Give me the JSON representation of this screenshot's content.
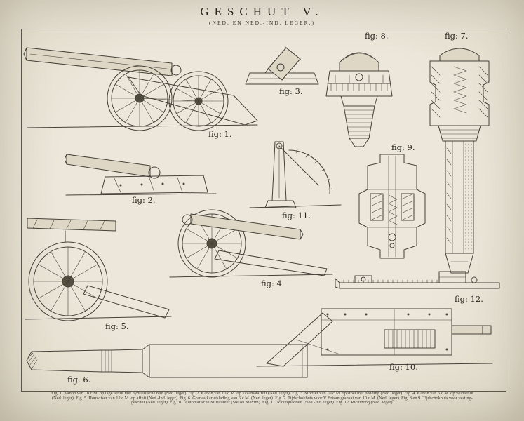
{
  "plate": {
    "title": "GESCHUT V.",
    "subtitle": "(NED. EN NED.-IND. LEGER.)"
  },
  "figures": [
    {
      "label": "fig: 1.",
      "subject": "Kanon van 10 c.M. op lage affuit met hydraulische rem"
    },
    {
      "label": "fig: 2.",
      "subject": "Kanon van 10 c.M. op kazamataffuit"
    },
    {
      "label": "fig: 3.",
      "subject": "Mortier van 10 c.M. op stoel met bedding"
    },
    {
      "label": "fig: 4.",
      "subject": "Kanon van 6 c.M. op veldaffuit"
    },
    {
      "label": "fig: 5.",
      "subject": "Houwitser van 12 c.M. op affuit"
    },
    {
      "label": "fig. 6.",
      "subject": "Granaatkartetslading van 6 c.M."
    },
    {
      "label": "fig: 7.",
      "subject": "Tijdschokbuis voor V Brisantgranaat van 10 c.M."
    },
    {
      "label": "fig: 8.",
      "subject": "Tijdschokbuis voor vestinggeschut"
    },
    {
      "label": "fig: 9.",
      "subject": "Tijdschokbuis voor vestinggeschut"
    },
    {
      "label": "fig: 10.",
      "subject": "Automatische Mitrailleur (Stelsel Maxim)"
    },
    {
      "label": "fig: 11.",
      "subject": "Richtquadrant"
    },
    {
      "label": "fig: 12.",
      "subject": "Richtboog"
    }
  ],
  "caption": {
    "line1": "Fig. 1. Kanon van 10 c.M. op lage affuit met hydraulische rem (Ned. leger).  Fig. 2. Kanon van 10 c.M. op kazamataffuit (Ned. leger).  Fig. 3. Mortier van 10 c.M. op stoel met bedding (Ned. leger).  Fig. 4. Kanon van 6 c.M. op veldaffuit",
    "line2": "(Ned. leger).  Fig. 5. Houwitser van 12 c.M. op affuit (Ned.-Ind. leger).  Fig. 6. Granaatkartetslading van 6 c.M. (Ned. leger).  Fig. 7. Tijdschokbuis voor V Brisantgranaat van 10 c.M. (Ned. leger).  Fig. 8 en 9. Tijdschokbuis voor vesting-",
    "line3": "geschut (Ned. leger).  Fig. 10. Automatische Mitrailleur (Stelsel Maxim).  Fig. 11. Richtquadrant (Ned.-Ind. leger).  Fig. 12. Richtboog (Ned. leger)."
  },
  "colors": {
    "paper": "#ece7da",
    "ink": "#46423a",
    "frame": "#5a554a"
  }
}
